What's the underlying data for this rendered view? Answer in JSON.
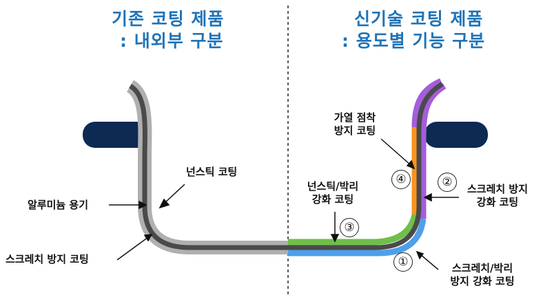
{
  "left_title": {
    "line1": "기존 코팅 제품",
    "line2": ": 내외부 구분"
  },
  "right_title": {
    "line1": "신기술 코팅 제품",
    "line2": ": 용도별 기능 구분"
  },
  "left_labels": {
    "nonstick": "넌스틱 코팅",
    "aluminum": "알루미늄 용기",
    "scratch": "스크레치 방지 코팅"
  },
  "right_labels": {
    "heat": {
      "line1": "가열 점착",
      "line2": "방지 코팅"
    },
    "nonstick_peel": {
      "line1": "넌스틱/박리",
      "line2": "강화 코팅"
    },
    "scratch2": {
      "line1": "스크레치 방지",
      "line2": "강화 코팅"
    },
    "scratch_peel": {
      "line1": "스크레치/박리",
      "line2": "방지 강화 코팅"
    }
  },
  "markers": {
    "m1": "①",
    "m2": "②",
    "m3": "③",
    "m4": "④"
  },
  "colors": {
    "title": "#1f73b7",
    "handle": "#0c2a52",
    "outer_coat_gray": "#b0b0b0",
    "aluminum_dark": "#4a4a4a",
    "coat_blue": "#4f9fea",
    "coat_green": "#6fbf4a",
    "coat_orange": "#f7941d",
    "coat_purple": "#a55ddb"
  }
}
